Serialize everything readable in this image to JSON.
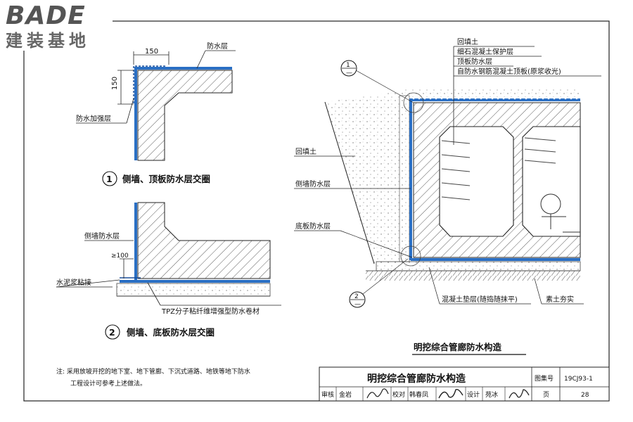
{
  "logo": {
    "brand": "BADE",
    "subtitle": "建装基地"
  },
  "detail1": {
    "number": "1",
    "caption": "侧墙、顶板防水层交圈",
    "dim_h": "150",
    "dim_v": "150",
    "label_top": "防水层",
    "label_reinforce": "防水加强层"
  },
  "detail2": {
    "number": "2",
    "caption": "侧墙、底板防水层交圈",
    "label_side": "侧墙防水层",
    "label_overlap": "≥100",
    "label_mortar": "水泥浆粘接",
    "label_membrane": "TPZ分子粘纤维增强型防水卷材"
  },
  "main": {
    "callout1": "1",
    "callout2": "2",
    "callout_sub": "—",
    "labels_right": [
      "回填土",
      "细石混凝土保护层",
      "顶板防水层",
      "自防水钢筋混凝土顶板(原浆收光)"
    ],
    "label_backfill": "回填土",
    "label_sidewall": "侧墙防水层",
    "label_bottom": "底板防水层",
    "label_cushion": "混凝土垫层(随捣随抹平)",
    "label_soil": "素土夯实",
    "caption": "明挖综合管廊防水构造"
  },
  "note": {
    "line1": "注: 采用放坡开挖的地下室、地下管廊、下沉式道路、地铁等地下防水",
    "line2": "工程设计可参考上述做法。"
  },
  "title_block": {
    "title": "明挖综合管廊防水构造",
    "atlas_label": "图集号",
    "atlas_no": "19CJ93-1",
    "review_label": "审核",
    "review_name": "金岩",
    "check_label": "校对",
    "check_name": "韩春凤",
    "design_label": "设计",
    "design_name": "苑冰",
    "page_label": "页",
    "page_no": "28"
  }
}
